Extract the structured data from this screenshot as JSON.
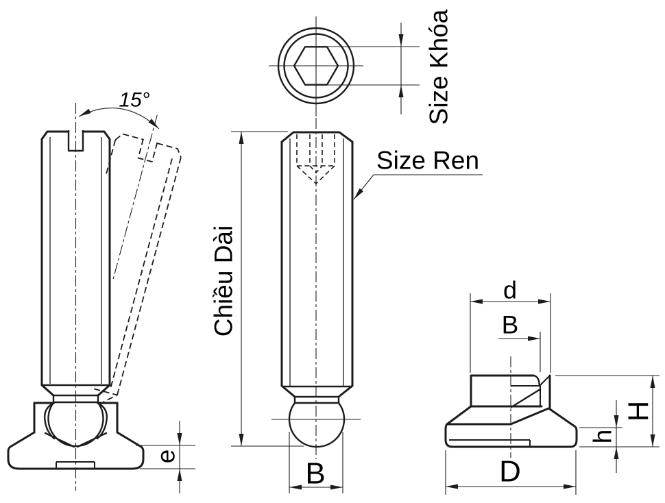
{
  "colors": {
    "background": "#ffffff",
    "line": "#1d1b1b",
    "text": "#000000"
  },
  "labels": {
    "angle": "15°",
    "size_khoa": "Size Khóa",
    "size_ren": "Size Ren",
    "chieu_dai": "Chiều Dài",
    "ball_width_b": "B",
    "pad_e": "e",
    "pad_d": "d",
    "pad_b": "B",
    "pad_height_H": "H",
    "pad_base_h": "h",
    "pad_base_D": "D"
  }
}
